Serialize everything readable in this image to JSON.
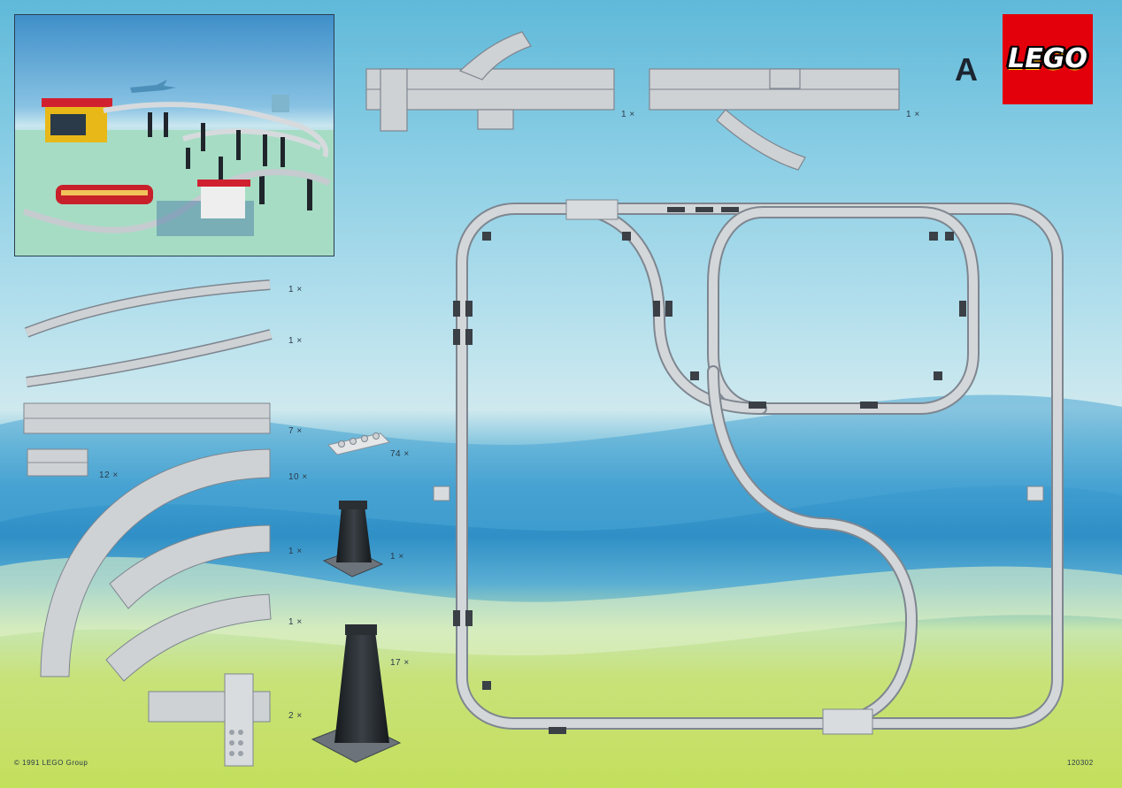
{
  "page": {
    "letter": "A",
    "brand": "LEGO",
    "copyright": "© 1991 LEGO Group",
    "code": "120302"
  },
  "parts": {
    "switch_left_qty": "1 ×",
    "switch_right_qty": "1 ×",
    "flex_track_a_qty": "1 ×",
    "flex_track_b_qty": "1 ×",
    "straight_long_qty": "7 ×",
    "straight_short_qty": "12 ×",
    "curve_large_qty": "10 ×",
    "curve_medium_qty": "1 ×",
    "curve_small_qty": "1 ×",
    "cross_qty": "2 ×",
    "plate_qty": "74 ×",
    "support_short_qty": "1 ×",
    "support_tall_qty": "17 ×"
  },
  "colors": {
    "track": "#cfd2d4",
    "track_edge": "#7e8690",
    "pillar": "#262a2e",
    "base_plate": "#6c737a",
    "lego_red": "#e3000b",
    "lego_yellow": "#f5d300"
  }
}
